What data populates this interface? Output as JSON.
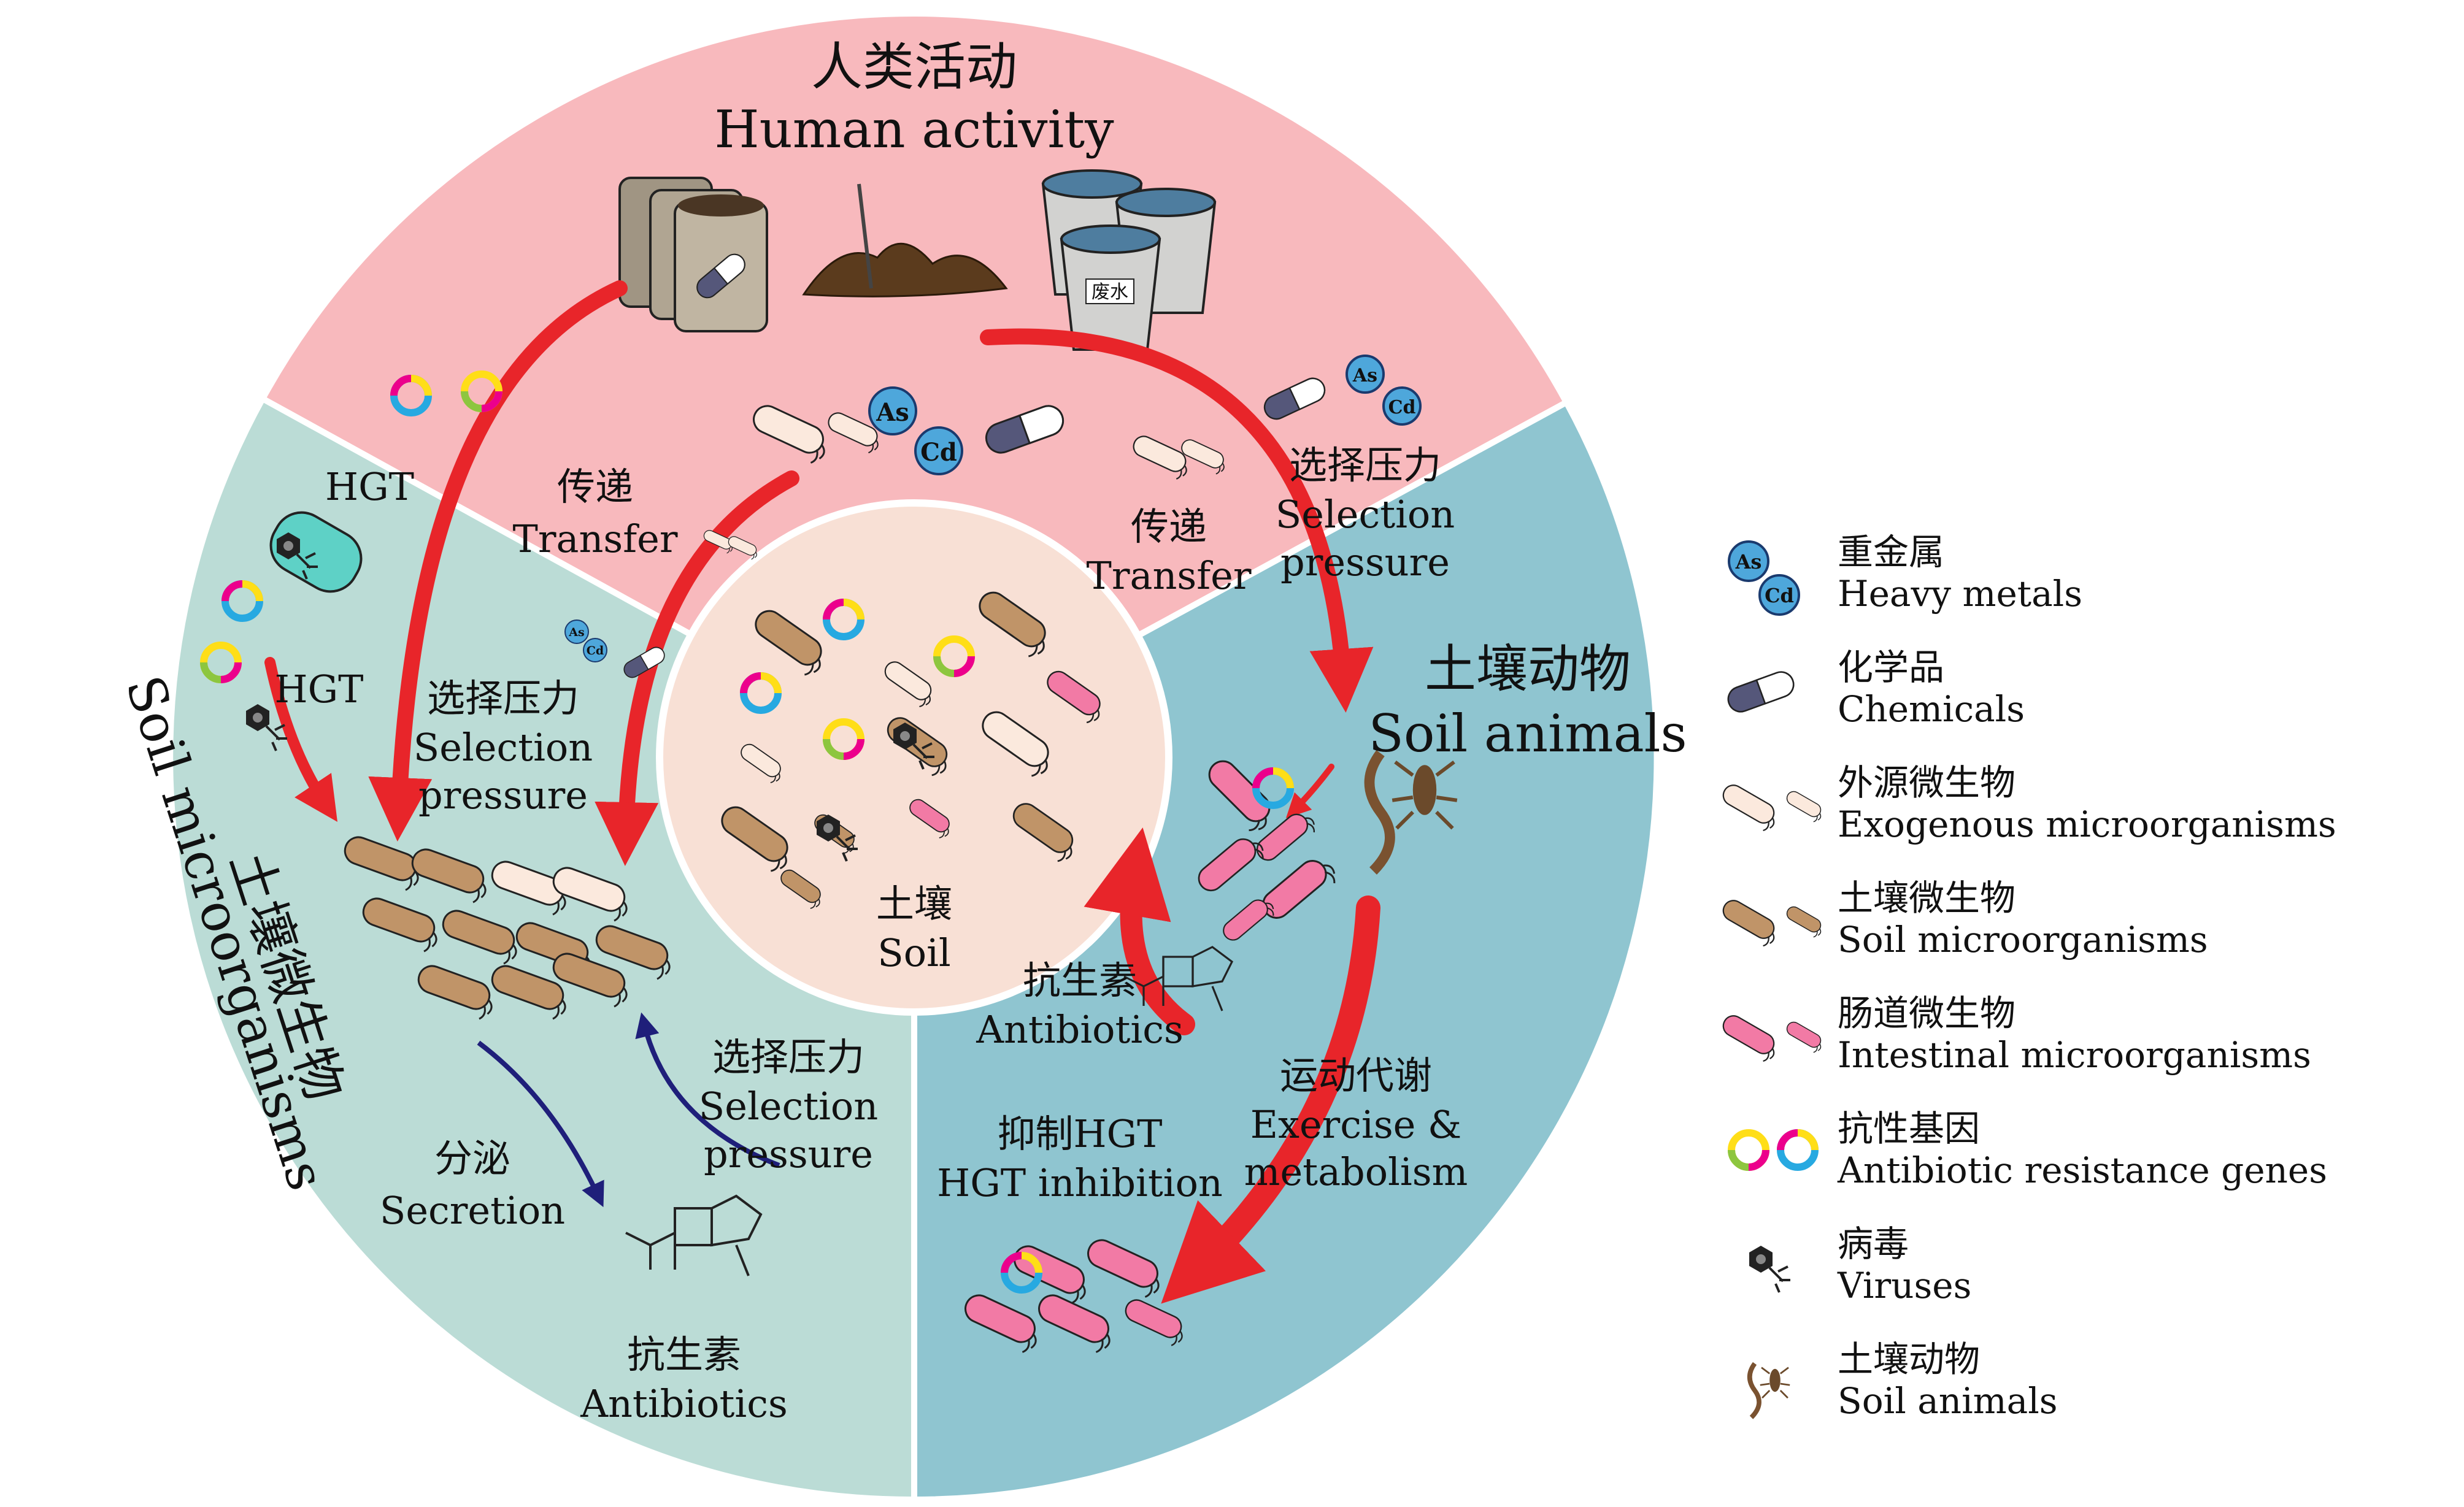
{
  "title": {
    "zh": "人类活动",
    "en": "Human activity"
  },
  "center": {
    "zh": "土壤",
    "en": "Soil"
  },
  "sectors": {
    "soil_microorganisms": {
      "zh": "土壤微生物",
      "en": "Soil microorganisms"
    },
    "soil_animals": {
      "zh": "土壤动物",
      "en": "Soil animals"
    }
  },
  "labels": {
    "hgt_1": "HGT",
    "hgt_2": "HGT",
    "transfer_left": {
      "zh": "传递",
      "en": "Transfer"
    },
    "transfer_right": {
      "zh": "传递",
      "en": "Transfer"
    },
    "selection_left_top": {
      "zh": "选择压力",
      "en1": "Selection",
      "en2": "pressure"
    },
    "selection_right_top": {
      "zh": "选择压力",
      "en1": "Selection",
      "en2": "pressure"
    },
    "selection_left_bottom": {
      "zh": "选择压力",
      "en1": "Selection",
      "en2": "pressure"
    },
    "secretion": {
      "zh": "分泌",
      "en": "Secretion"
    },
    "antibiotics_left": {
      "zh": "抗生素",
      "en": "Antibiotics"
    },
    "antibiotics_right": {
      "zh": "抗生素",
      "en": "Antibiotics"
    },
    "exercise": {
      "zh": "运动代谢",
      "en1": "Exercise &",
      "en2": "metabolism"
    },
    "hgt_inhibition": {
      "zh": "抑制HGT",
      "en": "HGT inhibition"
    },
    "wastewater": "废水",
    "as": "As",
    "cd": "Cd"
  },
  "legend": [
    {
      "zh": "重金属",
      "en": "Heavy metals",
      "icon": "heavy-metal-icon"
    },
    {
      "zh": "化学品",
      "en": "Chemicals",
      "icon": "capsule-icon"
    },
    {
      "zh": "外源微生物",
      "en": "Exogenous microorganisms",
      "icon": "exogenous-bacteria-icon"
    },
    {
      "zh": "土壤微生物",
      "en": "Soil microorganisms",
      "icon": "soil-bacteria-icon"
    },
    {
      "zh": "肠道微生物",
      "en": "Intestinal microorganisms",
      "icon": "intestinal-bacteria-icon"
    },
    {
      "zh": "抗性基因",
      "en": "Antibiotic resistance genes",
      "icon": "plasmid-icon"
    },
    {
      "zh": "病毒",
      "en": "Viruses",
      "icon": "virus-icon"
    },
    {
      "zh": "土壤动物",
      "en": "Soil animals",
      "icon": "soil-animal-icon"
    }
  ],
  "colors": {
    "human_sector": "#f8b9bd",
    "microbe_sector": "#bbdcd6",
    "animal_sector": "#8fc5d0",
    "center": "#f8e0d5",
    "arrow_red": "#e8252a",
    "arrow_navy": "#1f1f7a",
    "soil_bacteria": "#c09468",
    "exogenous_bacteria": "#fbe9dd",
    "intestinal_bacteria": "#f27aa5"
  }
}
